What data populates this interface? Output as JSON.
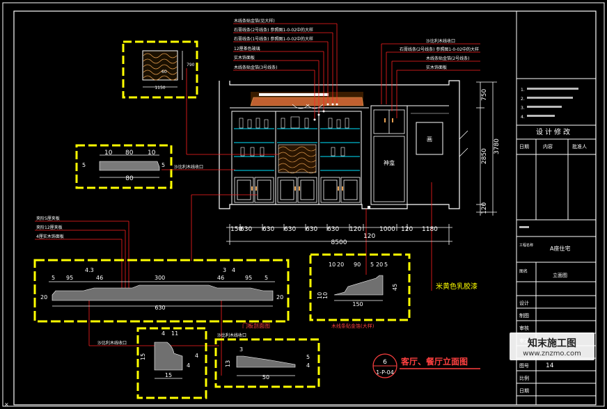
{
  "main_title": "客厅、餐厅立面图",
  "view_badge": {
    "top": "6",
    "bottom": "1-P-04"
  },
  "leader_notes": [
    "木线条贴金箔(见大样)",
    "石膏线条(2号线条) 参照图1-0-02中的大样",
    "石膏线条(1号线条) 参照图1-0-02中的大样",
    "12厘茶色玻璃",
    "实木饰面板",
    "木线条贴金箔(3号线条)"
  ],
  "right_notes": [
    "沙比利木线收口",
    "石膏线条(2号线条) 参照图1-0-02中的大样",
    "木线条贴金箔(2号线条)",
    "实木饰面板"
  ],
  "left_notes": [
    "夹阶5厘夹板",
    "夹阶12厘夹板",
    "4厘实木饰面板"
  ],
  "edge_note": "沙比利木线收口",
  "wall_note": "米黄色乳胶漆",
  "cabinet_label": "神龛",
  "painting_label": "画",
  "dims": {
    "bottom": [
      "150",
      "630",
      "630",
      "630",
      "630",
      "630",
      "120",
      "1000",
      "120",
      "1180"
    ],
    "total": "8500",
    "under_total": "120",
    "right": [
      "750",
      "2850",
      "120"
    ],
    "right_total": "3780",
    "top_detail": [
      "790",
      "1150",
      "60"
    ],
    "section_a": [
      "10",
      "80",
      "10",
      "80",
      "5",
      "5"
    ],
    "section_b": [
      "5",
      "95",
      "4.3",
      "46",
      "300",
      "46",
      "3",
      "4",
      "95",
      "5",
      "20",
      "20",
      "630"
    ],
    "section_c": [
      "10",
      "20",
      "90",
      "5",
      "20",
      "5",
      "45",
      "10",
      "10",
      "150"
    ],
    "section_d": [
      "4",
      "11",
      "4",
      "15",
      "15",
      "4"
    ],
    "section_e": [
      "3",
      "13",
      "5",
      "4",
      "50"
    ]
  },
  "detail_captions": {
    "door": "门板剖面图",
    "gilt": "木线条贴金箔(大样)",
    "note_d": "沙比利木线收口",
    "note_e": "沙比利木线收口"
  },
  "title_block": {
    "notes": [
      "1.",
      "2.",
      "3.",
      "4."
    ],
    "revision_header": "设计修改",
    "revision_cols": [
      "日期",
      "内容",
      "批准人"
    ],
    "project_label": "工程名称",
    "project_value": "A座住宅",
    "drawing_label": "图名",
    "drawing_value": "立面图",
    "rows": [
      "设计",
      "制图",
      "审核",
      "审定",
      "图号",
      "比例",
      "日期"
    ],
    "sheet_no": "14"
  },
  "watermark": {
    "name": "知末施工图",
    "url": "www.znzmo.com"
  },
  "colors": {
    "frame": "#ffffff",
    "accent": "#ffff00",
    "leader": "#ff2020",
    "cyan": "#00e5ff",
    "gold": "#e8a050"
  }
}
